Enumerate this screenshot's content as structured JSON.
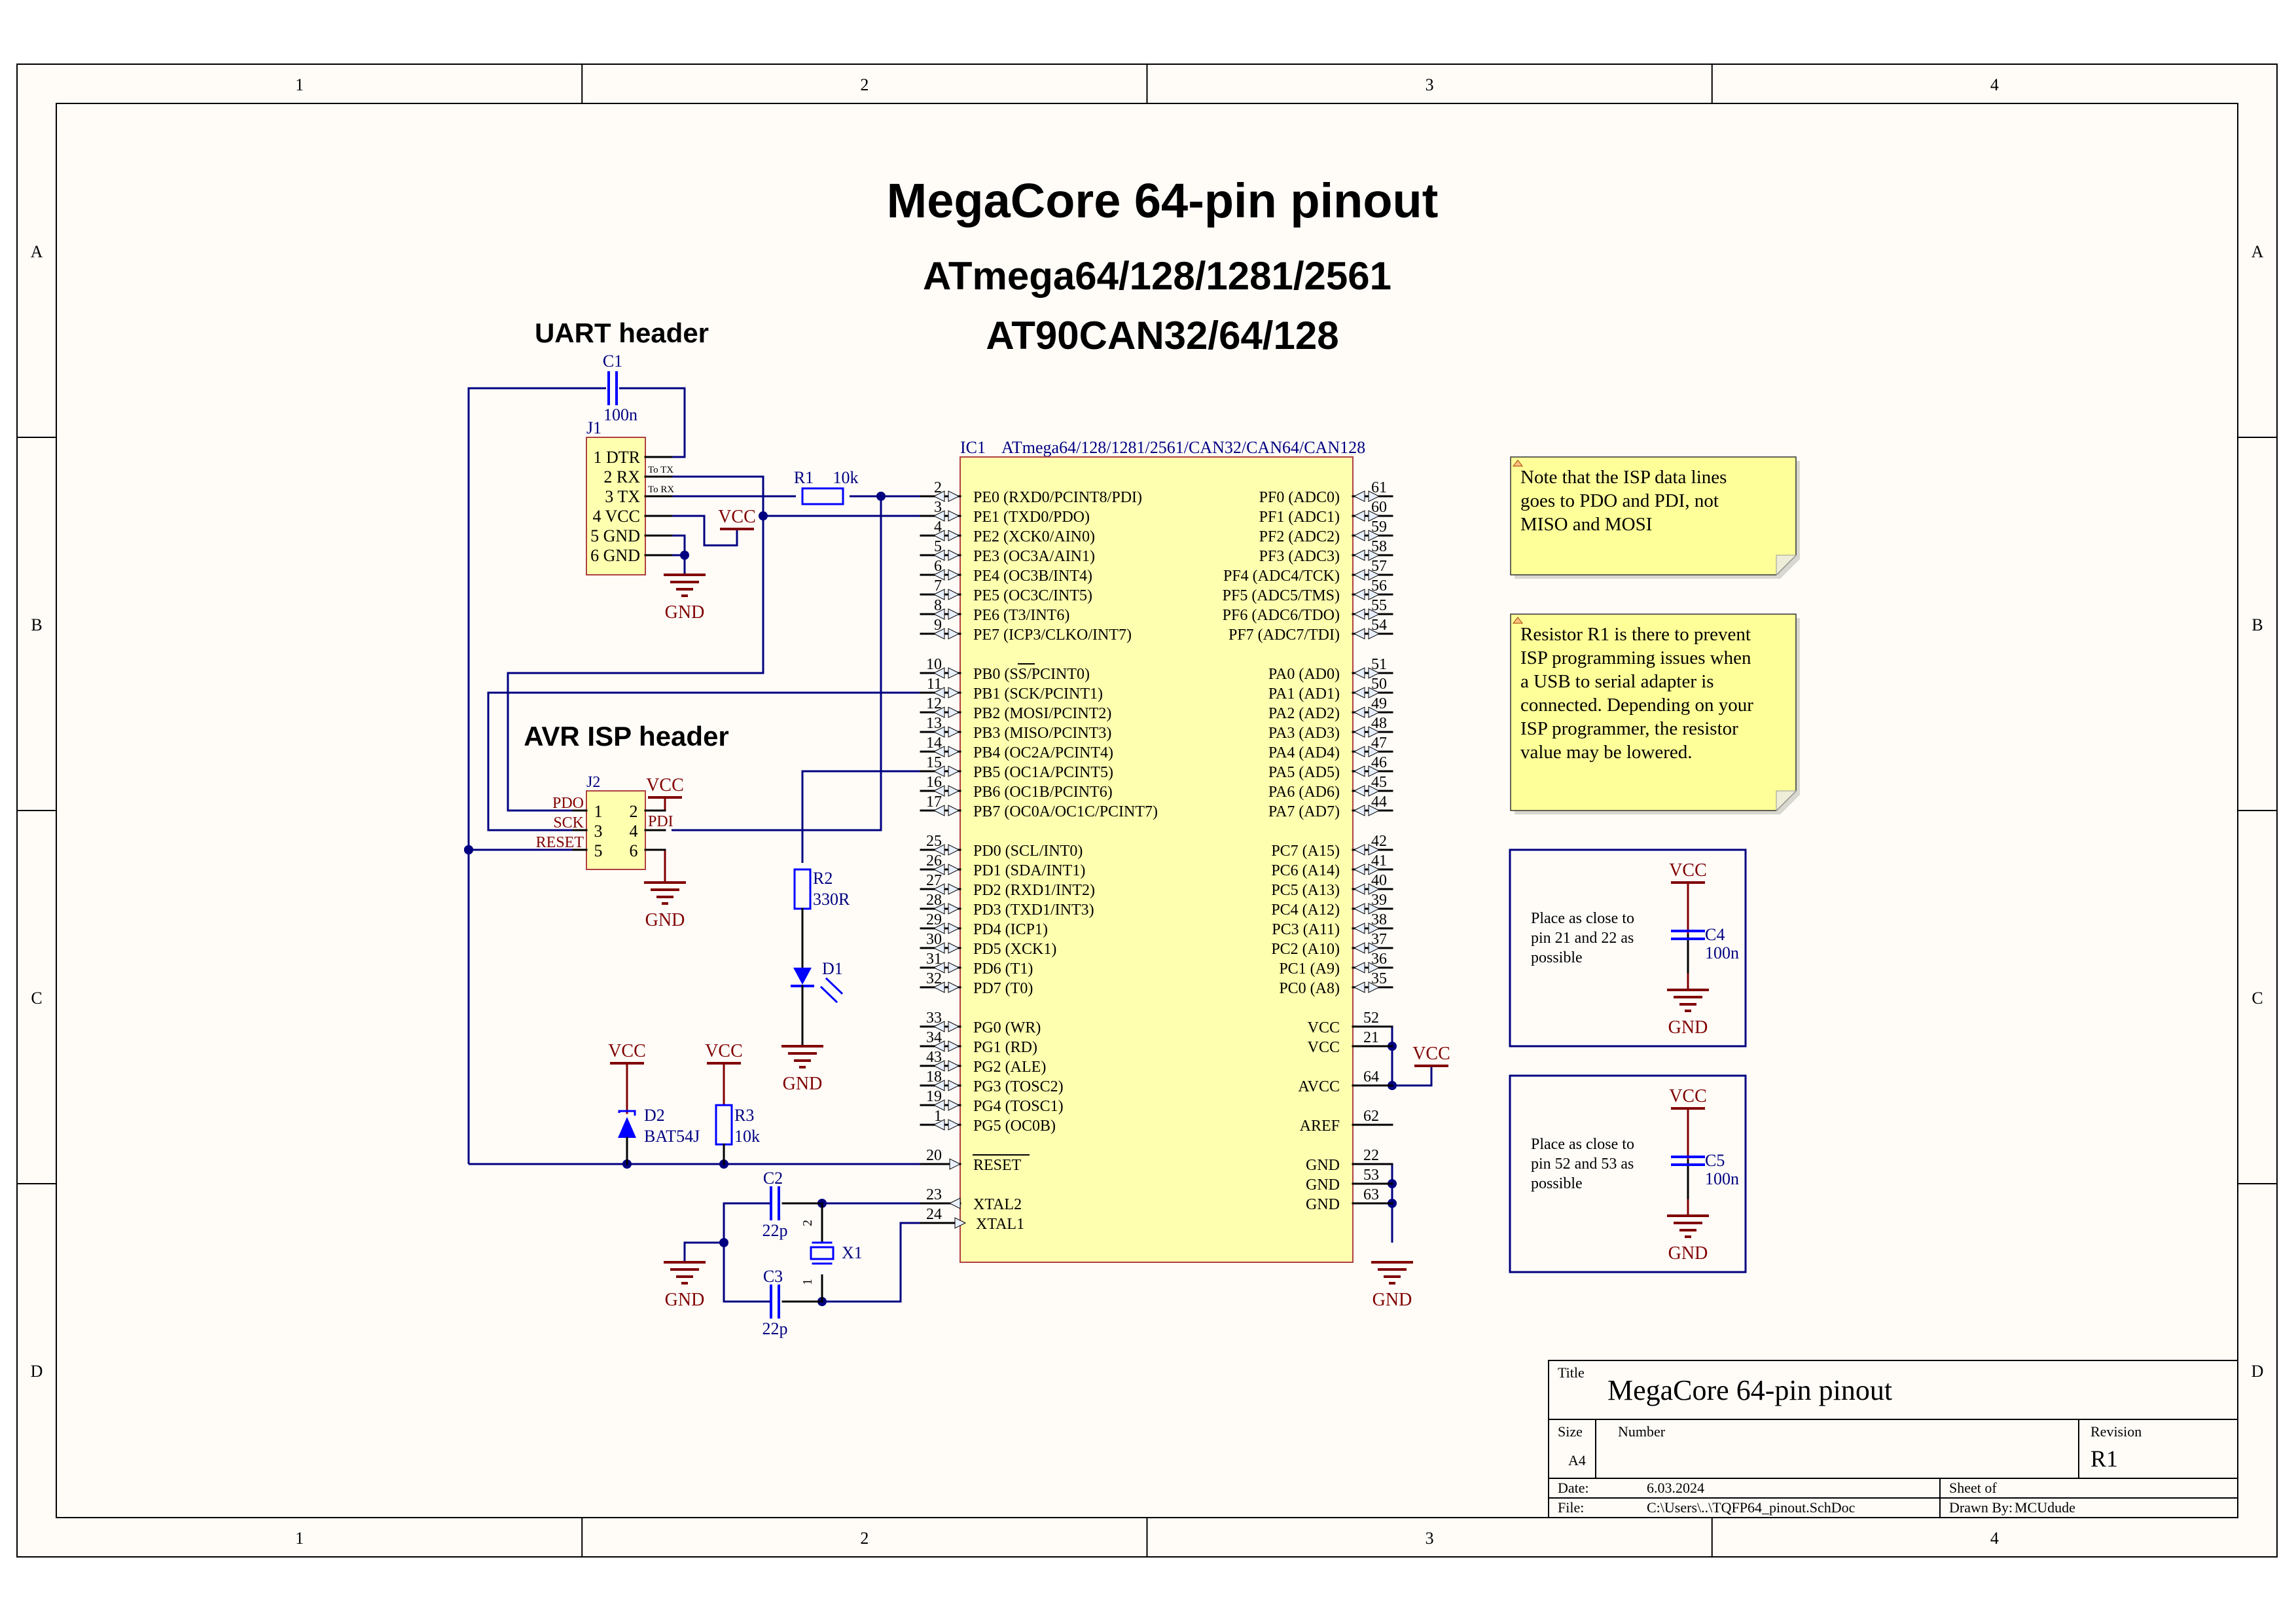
{
  "colors": {
    "paper": "#FFFCF8",
    "frame": "#000000",
    "wire": "#000080",
    "pin": "#000000",
    "power": "#800000",
    "designator": "#000080",
    "component_blue": "#0000FF",
    "body_fill": "#FFFFB0",
    "body_border": "#B04040",
    "note_fill": "#FFFF99"
  },
  "frame": {
    "columns": [
      "1",
      "2",
      "3",
      "4"
    ],
    "rows": [
      "A",
      "B",
      "C",
      "D"
    ]
  },
  "heading": {
    "title": "MegaCore 64-pin pinout",
    "subtitle1": "ATmega64/128/1281/2561",
    "subtitle2": "AT90CAN32/64/128",
    "uart_header": "UART header",
    "isp_header": "AVR ISP header"
  },
  "j1": {
    "designator": "J1",
    "pins": [
      "1 DTR",
      "2 RX",
      "3 TX",
      "4 VCC",
      "5 GND",
      "6 GND"
    ],
    "net_labels": [
      "To TX",
      "To RX"
    ]
  },
  "c1": {
    "designator": "C1",
    "value": "100n"
  },
  "r1": {
    "designator": "R1",
    "value": "10k"
  },
  "r2": {
    "designator": "R2",
    "value": "330R"
  },
  "r3": {
    "designator": "R3",
    "value": "10k"
  },
  "d1": {
    "designator": "D1"
  },
  "d2": {
    "designator": "D2",
    "value": "BAT54J"
  },
  "c2": {
    "designator": "C2",
    "value": "22p"
  },
  "c3": {
    "designator": "C3",
    "value": "22p"
  },
  "c4": {
    "designator": "C4",
    "value": "100n"
  },
  "c5": {
    "designator": "C5",
    "value": "100n"
  },
  "x1": {
    "designator": "X1",
    "pin_top": "2",
    "pin_bottom": "1"
  },
  "j2": {
    "designator": "J2",
    "left_labels": [
      "PDO",
      "SCK",
      "RESET"
    ],
    "right_labels": [
      "VCC",
      "PDI"
    ],
    "pin_numbers_left": [
      "1",
      "3",
      "5"
    ],
    "pin_numbers_right": [
      "2",
      "4",
      "6"
    ]
  },
  "power": {
    "vcc": "VCC",
    "gnd": "GND"
  },
  "ic1": {
    "designator": "IC1",
    "part": "ATmega64/128/1281/2561/CAN32/CAN64/CAN128",
    "left_groups": [
      [
        {
          "num": "2",
          "name": "PE0 (RXD0/PCINT8/PDI)"
        },
        {
          "num": "3",
          "name": "PE1 (TXD0/PDO)"
        },
        {
          "num": "4",
          "name": "PE2 (XCK0/AIN0)"
        },
        {
          "num": "5",
          "name": "PE3 (OC3A/AIN1)"
        },
        {
          "num": "6",
          "name": "PE4 (OC3B/INT4)"
        },
        {
          "num": "7",
          "name": "PE5 (OC3C/INT5)"
        },
        {
          "num": "8",
          "name": "PE6 (T3/INT6)"
        },
        {
          "num": "9",
          "name": "PE7 (ICP3/CLKO/INT7)"
        }
      ],
      [
        {
          "num": "10",
          "name": "PB0 (SS/PCINT0)"
        },
        {
          "num": "11",
          "name": "PB1 (SCK/PCINT1)"
        },
        {
          "num": "12",
          "name": "PB2 (MOSI/PCINT2)"
        },
        {
          "num": "13",
          "name": "PB3 (MISO/PCINT3)"
        },
        {
          "num": "14",
          "name": "PB4 (OC2A/PCINT4)"
        },
        {
          "num": "15",
          "name": "PB5 (OC1A/PCINT5)"
        },
        {
          "num": "16",
          "name": "PB6 (OC1B/PCINT6)"
        },
        {
          "num": "17",
          "name": "PB7 (OC0A/OC1C/PCINT7)"
        }
      ],
      [
        {
          "num": "25",
          "name": "PD0 (SCL/INT0)"
        },
        {
          "num": "26",
          "name": "PD1 (SDA/INT1)"
        },
        {
          "num": "27",
          "name": "PD2 (RXD1/INT2)"
        },
        {
          "num": "28",
          "name": "PD3 (TXD1/INT3)"
        },
        {
          "num": "29",
          "name": "PD4 (ICP1)"
        },
        {
          "num": "30",
          "name": "PD5 (XCK1)"
        },
        {
          "num": "31",
          "name": "PD6 (T1)"
        },
        {
          "num": "32",
          "name": "PD7 (T0)"
        }
      ],
      [
        {
          "num": "33",
          "name": "PG0 (WR)"
        },
        {
          "num": "34",
          "name": "PG1 (RD)"
        },
        {
          "num": "43",
          "name": "PG2 (ALE)"
        },
        {
          "num": "18",
          "name": "PG3 (TOSC2)"
        },
        {
          "num": "19",
          "name": "PG4 (TOSC1)"
        },
        {
          "num": "1",
          "name": "PG5 (OC0B)"
        }
      ]
    ],
    "reset": {
      "num": "20",
      "name": "RESET"
    },
    "xtal": [
      {
        "num": "23",
        "name": "XTAL2"
      },
      {
        "num": "24",
        "name": "XTAL1"
      }
    ],
    "right_groups": [
      [
        {
          "num": "61",
          "name": "PF0 (ADC0)"
        },
        {
          "num": "60",
          "name": "PF1 (ADC1)"
        },
        {
          "num": "59",
          "name": "PF2 (ADC2)"
        },
        {
          "num": "58",
          "name": "PF3 (ADC3)"
        },
        {
          "num": "57",
          "name": "PF4 (ADC4/TCK)"
        },
        {
          "num": "56",
          "name": "PF5 (ADC5/TMS)"
        },
        {
          "num": "55",
          "name": "PF6 (ADC6/TDO)"
        },
        {
          "num": "54",
          "name": "PF7 (ADC7/TDI)"
        }
      ],
      [
        {
          "num": "51",
          "name": "PA0 (AD0)"
        },
        {
          "num": "50",
          "name": "PA1 (AD1)"
        },
        {
          "num": "49",
          "name": "PA2 (AD2)"
        },
        {
          "num": "48",
          "name": "PA3 (AD3)"
        },
        {
          "num": "47",
          "name": "PA4 (AD4)"
        },
        {
          "num": "46",
          "name": "PA5 (AD5)"
        },
        {
          "num": "45",
          "name": "PA6 (AD6)"
        },
        {
          "num": "44",
          "name": "PA7 (AD7)"
        }
      ],
      [
        {
          "num": "42",
          "name": "PC7 (A15)"
        },
        {
          "num": "41",
          "name": "PC6 (A14)"
        },
        {
          "num": "40",
          "name": "PC5 (A13)"
        },
        {
          "num": "39",
          "name": "PC4 (A12)"
        },
        {
          "num": "38",
          "name": "PC3 (A11)"
        },
        {
          "num": "37",
          "name": "PC2 (A10)"
        },
        {
          "num": "36",
          "name": "PC1 (A9)"
        },
        {
          "num": "35",
          "name": "PC0 (A8)"
        }
      ]
    ],
    "power_pins": [
      {
        "num": "52",
        "name": "VCC"
      },
      {
        "num": "21",
        "name": "VCC"
      },
      {
        "num": "64",
        "name": "AVCC"
      },
      {
        "num": "62",
        "name": "AREF"
      },
      {
        "num": "22",
        "name": "GND"
      },
      {
        "num": "53",
        "name": "GND"
      },
      {
        "num": "63",
        "name": "GND"
      }
    ]
  },
  "notes": [
    {
      "text": "Note that the ISP data lines goes to PDO and PDI, not MISO and MOSI",
      "lines": [
        "Note that the ISP data lines",
        "goes to PDO and PDI, not",
        "MISO and MOSI"
      ]
    },
    {
      "text": "Resistor R1 is there to prevent ISP programming issues when a USB to serial adapter is connected. Depending on your ISP programmer, the resistor value may be lowered.",
      "lines": [
        "Resistor R1 is there to prevent",
        "ISP programming issues when",
        "a USB to serial adapter is",
        "connected. Depending on your",
        "ISP programmer, the resistor",
        "value may be lowered."
      ]
    }
  ],
  "decoupling_boxes": [
    {
      "lines": [
        "Place as close to",
        "pin 21 and 22 as",
        "possible"
      ],
      "cap": "C4"
    },
    {
      "lines": [
        "Place as close to",
        "pin 52 and 53 as",
        "possible"
      ],
      "cap": "C5"
    }
  ],
  "title_block": {
    "title_label": "Title",
    "title": "MegaCore 64-pin pinout",
    "size_label": "Size",
    "size": "A4",
    "number_label": "Number",
    "number": "",
    "revision_label": "Revision",
    "revision": "R1",
    "date_label": "Date:",
    "date": "6.03.2024",
    "sheet_label": "Sheet   of",
    "file_label": "File:",
    "file": "C:\\Users\\..\\TQFP64_pinout.SchDoc",
    "drawn_by_label": "Drawn By:",
    "drawn_by": "MCUdude"
  }
}
